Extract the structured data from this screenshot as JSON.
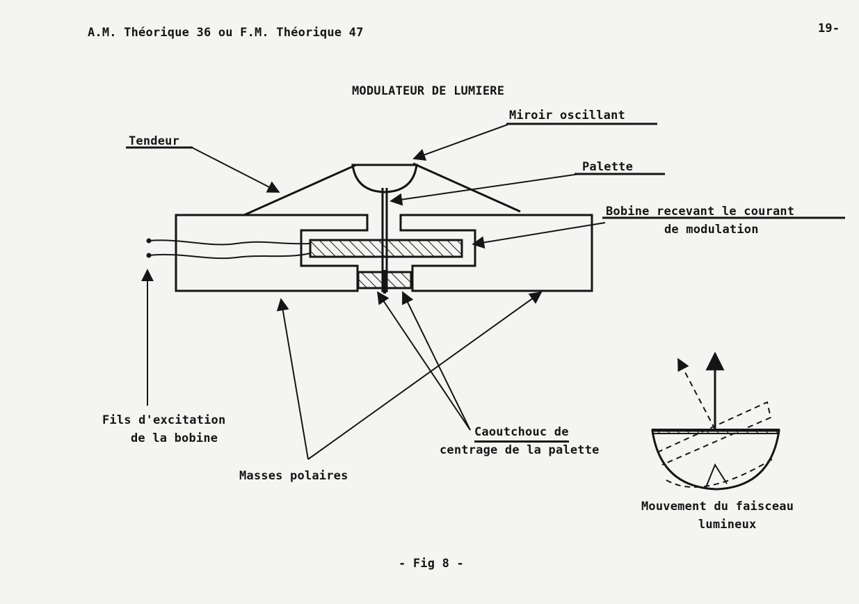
{
  "header": {
    "left": "A.M. Théorique 36  ou  F.M. Théorique 47",
    "page_number": "19-"
  },
  "title": "MODULATEUR DE LUMIERE",
  "labels": {
    "miroir": "Miroir oscillant",
    "tendeur": "Tendeur",
    "palette": "Palette",
    "bobine_line1": "Bobine recevant le courant",
    "bobine_line2": "de modulation",
    "fils_line1": "Fils d'excitation",
    "fils_line2": "de la bobine",
    "caoutchouc_line1": "Caoutchouc de",
    "caoutchouc_line2": "centrage de la palette",
    "masses": "Masses polaires",
    "mouvement_line1": "Mouvement du faisceau",
    "mouvement_line2": "lumineux"
  },
  "caption": "- Fig 8 -"
}
